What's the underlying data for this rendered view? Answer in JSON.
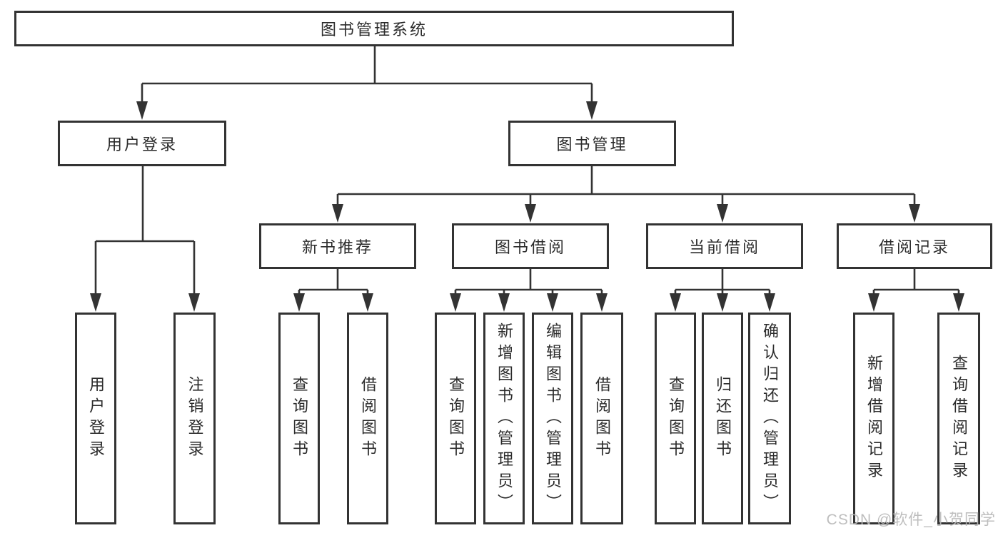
{
  "diagram": {
    "type": "hierarchy-tree",
    "root": {
      "label": "图书管理系统"
    },
    "level2": [
      {
        "label": "用户登录"
      },
      {
        "label": "图书管理"
      }
    ],
    "level3": [
      {
        "label": "新书推荐"
      },
      {
        "label": "图书借阅"
      },
      {
        "label": "当前借阅"
      },
      {
        "label": "借阅记录"
      }
    ],
    "leaves": [
      {
        "label": "用户登录",
        "parent": "用户登录"
      },
      {
        "label": "注销登录",
        "parent": "用户登录"
      },
      {
        "label": "查询图书",
        "parent": "新书推荐"
      },
      {
        "label": "借阅图书",
        "parent": "新书推荐"
      },
      {
        "label": "查询图书",
        "parent": "图书借阅"
      },
      {
        "label": "新增图书（管理员）",
        "parent": "图书借阅"
      },
      {
        "label": "编辑图书（管理员）",
        "parent": "图书借阅"
      },
      {
        "label": "借阅图书",
        "parent": "图书借阅"
      },
      {
        "label": "查询图书",
        "parent": "当前借阅"
      },
      {
        "label": "归还图书",
        "parent": "当前借阅"
      },
      {
        "label": "确认归还（管理员）",
        "parent": "当前借阅"
      },
      {
        "label": "新增借阅记录",
        "parent": "借阅记录"
      },
      {
        "label": "查询借阅记录",
        "parent": "借阅记录"
      }
    ]
  },
  "watermark": {
    "text": "CSDN @软件_小贺同学"
  },
  "colors": {
    "line": "#333333",
    "box_border": "#333333",
    "text": "#2b2b2b",
    "watermark": "#b9b9b9",
    "background": "#ffffff"
  }
}
